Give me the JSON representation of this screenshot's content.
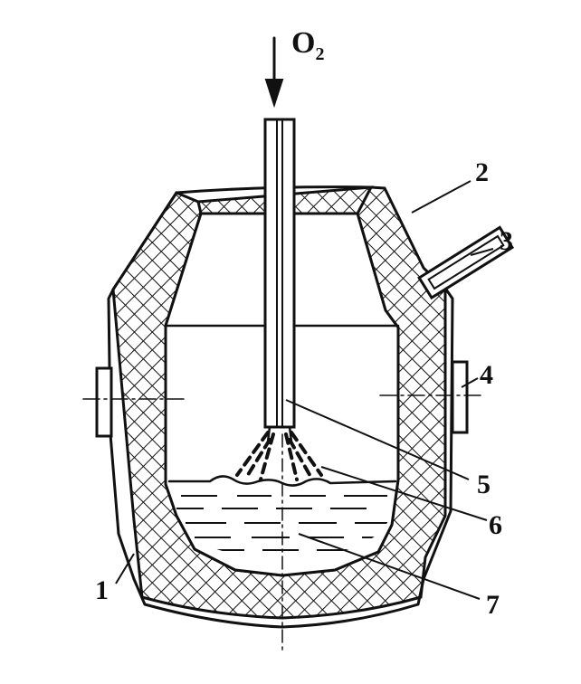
{
  "diagram": {
    "gas_label": {
      "symbol": "O",
      "subscript": "2"
    },
    "callouts": [
      {
        "id": "1",
        "text": "1"
      },
      {
        "id": "2",
        "text": "2"
      },
      {
        "id": "3",
        "text": "3"
      },
      {
        "id": "4",
        "text": "4"
      },
      {
        "id": "5",
        "text": "5"
      },
      {
        "id": "6",
        "text": "6"
      },
      {
        "id": "7",
        "text": "7"
      }
    ]
  }
}
